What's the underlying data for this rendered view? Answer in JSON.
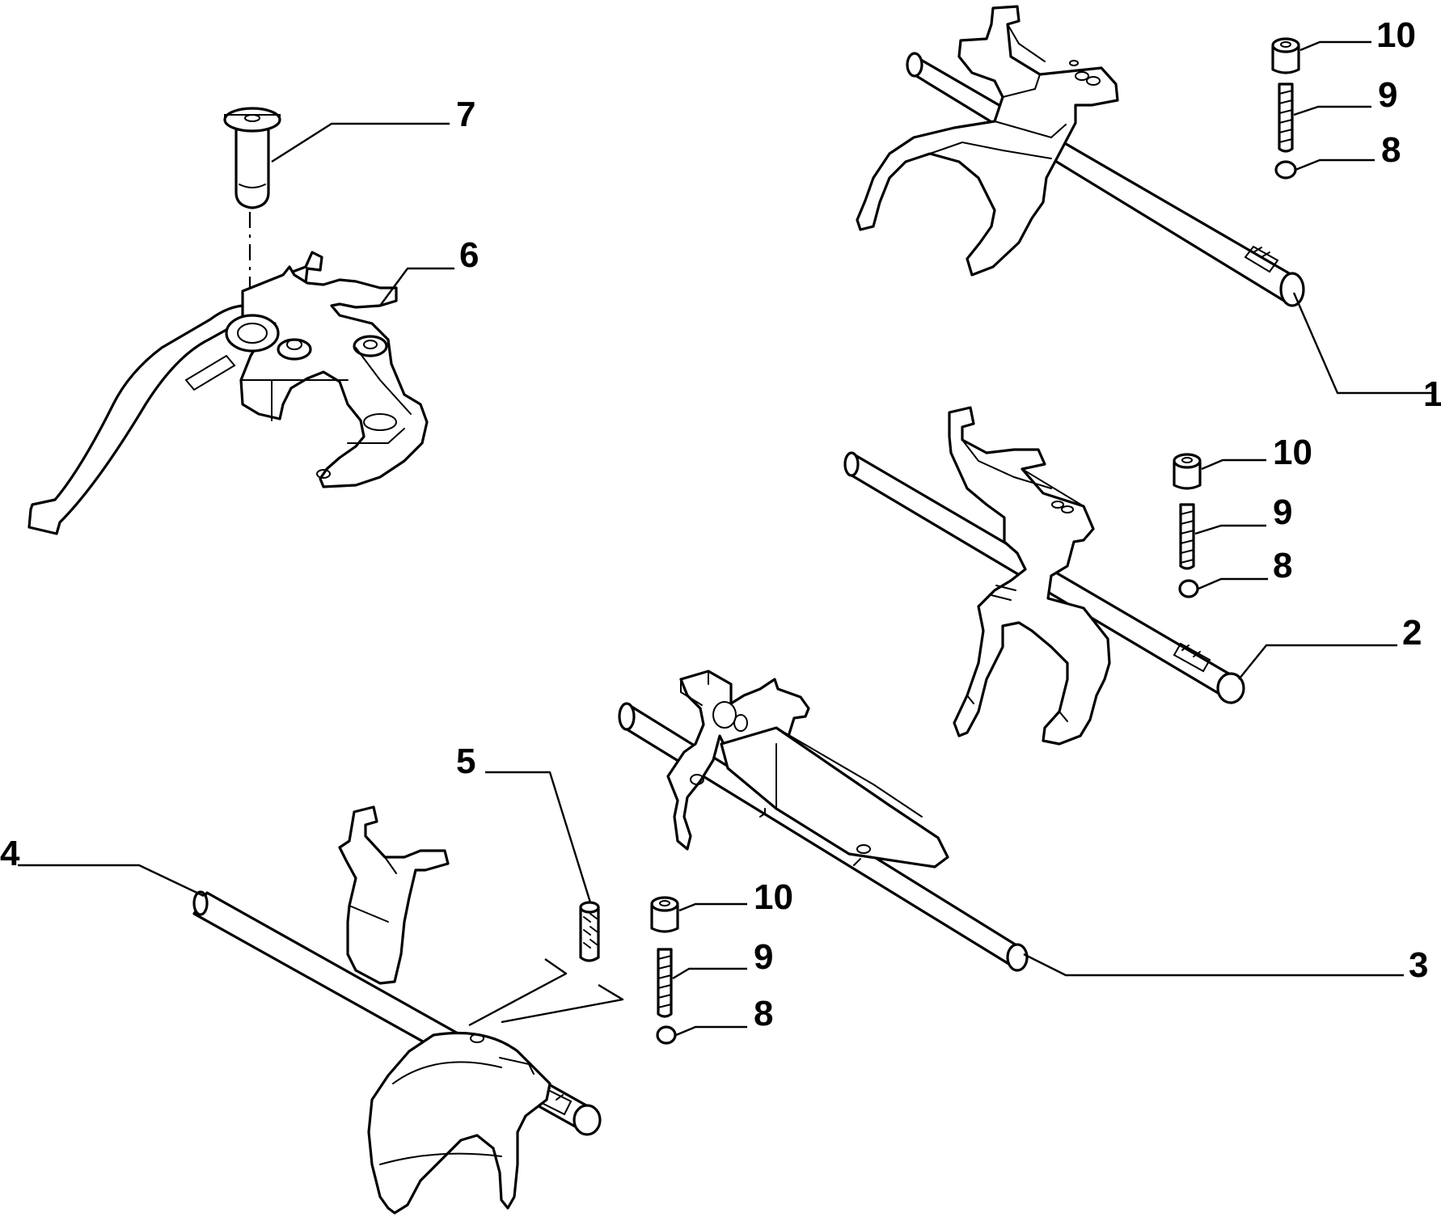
{
  "colors": {
    "background": "#ffffff",
    "ink": "#000000"
  },
  "callouts": [
    {
      "id": "c1",
      "text": "1"
    },
    {
      "id": "c2",
      "text": "2"
    },
    {
      "id": "c3",
      "text": "3"
    },
    {
      "id": "c4",
      "text": "4"
    },
    {
      "id": "c5",
      "text": "5"
    },
    {
      "id": "c6",
      "text": "6"
    },
    {
      "id": "c7",
      "text": "7"
    },
    {
      "id": "c8a",
      "text": "8"
    },
    {
      "id": "c9a",
      "text": "9"
    },
    {
      "id": "c10a",
      "text": "10"
    },
    {
      "id": "c8b",
      "text": "8"
    },
    {
      "id": "c9b",
      "text": "9"
    },
    {
      "id": "c10b",
      "text": "10"
    },
    {
      "id": "c8c",
      "text": "8"
    },
    {
      "id": "c9c",
      "text": "9"
    },
    {
      "id": "c10c",
      "text": "10"
    }
  ]
}
